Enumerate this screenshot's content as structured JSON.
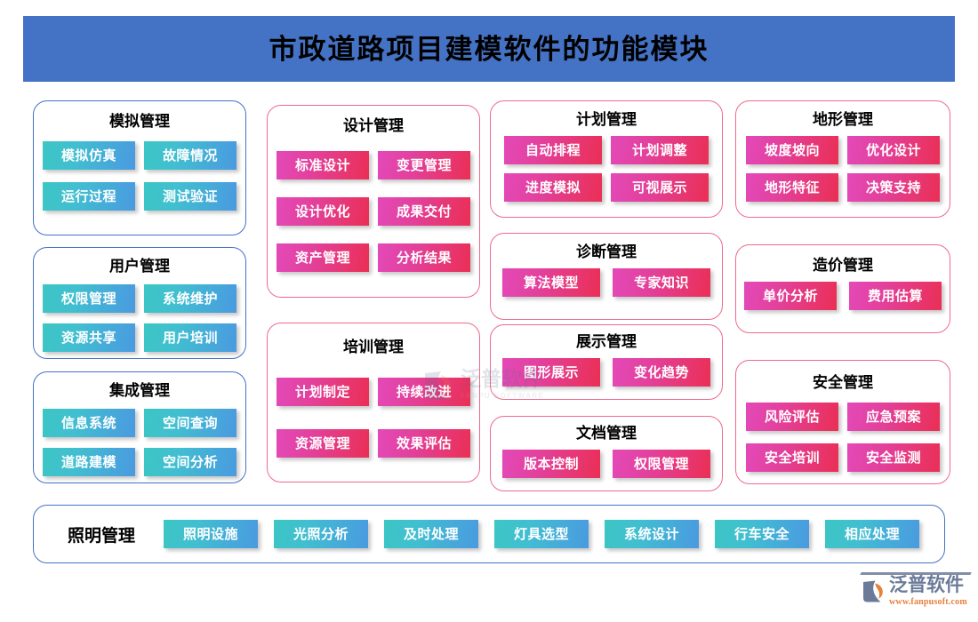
{
  "header": {
    "title": "市政道路项目建模软件的功能模块",
    "banner_color": "#4472C4",
    "title_color": "#000000"
  },
  "theme": {
    "blue_border": "#4472C4",
    "pink_border": "#EF6A8C",
    "teal_pill_from": "#3CC6C4",
    "teal_pill_to": "#4A9AE0",
    "magenta_pill_from": "#E349B8",
    "magenta_pill_to": "#EA2F55"
  },
  "columns": [
    {
      "cards": [
        {
          "title": "模拟管理",
          "border": "blue",
          "pill_style": "teal",
          "pills": [
            "模拟仿真",
            "故障情况",
            "运行过程",
            "测试验证"
          ]
        },
        {
          "title": "用户管理",
          "border": "blue",
          "pill_style": "teal",
          "pills": [
            "权限管理",
            "系统维护",
            "资源共享",
            "用户培训"
          ]
        },
        {
          "title": "集成管理",
          "border": "blue",
          "pill_style": "teal",
          "pills": [
            "信息系统",
            "空间查询",
            "道路建模",
            "空间分析"
          ]
        }
      ]
    },
    {
      "cards": [
        {
          "title": "设计管理",
          "border": "pink",
          "pill_style": "magenta",
          "pills": [
            "标准设计",
            "变更管理",
            "设计优化",
            "成果交付",
            "资产管理",
            "分析结果"
          ]
        },
        {
          "title": "培训管理",
          "border": "pink",
          "pill_style": "magenta",
          "pills": [
            "计划制定",
            "持续改进",
            "资源管理",
            "效果评估"
          ]
        }
      ]
    },
    {
      "cards": [
        {
          "title": "计划管理",
          "border": "pink",
          "pill_style": "magenta",
          "pills": [
            "自动排程",
            "计划调整",
            "进度模拟",
            "可视展示"
          ]
        },
        {
          "title": "诊断管理",
          "border": "pink",
          "pill_style": "magenta",
          "pills": [
            "算法模型",
            "专家知识"
          ]
        },
        {
          "title": "展示管理",
          "border": "pink",
          "pill_style": "magenta",
          "pills": [
            "图形展示",
            "变化趋势"
          ]
        },
        {
          "title": "文档管理",
          "border": "pink",
          "pill_style": "magenta",
          "pills": [
            "版本控制",
            "权限管理"
          ]
        }
      ]
    },
    {
      "cards": [
        {
          "title": "地形管理",
          "border": "pink",
          "pill_style": "magenta",
          "pills": [
            "坡度坡向",
            "优化设计",
            "地形特征",
            "决策支持"
          ]
        },
        {
          "title": "造价管理",
          "border": "pink",
          "pill_style": "magenta",
          "pills": [
            "单价分析",
            "费用估算"
          ]
        },
        {
          "title": "安全管理",
          "border": "pink",
          "pill_style": "magenta",
          "pills": [
            "风险评估",
            "应急预案",
            "安全培训",
            "安全监测"
          ]
        }
      ]
    }
  ],
  "bottom_bar": {
    "title": "照明管理",
    "border": "blue",
    "pill_style": "teal",
    "pills": [
      "照明设施",
      "光照分析",
      "及时处理",
      "灯具选型",
      "系统设计",
      "行车安全",
      "相应处理"
    ]
  },
  "watermark": {
    "main": "泛普软件",
    "sub": "FANPU SOFTWARE"
  },
  "logo": {
    "name": "泛普软件",
    "url": "www.fanpusoft.com",
    "name_color": "#6B7A99",
    "url_color": "#E8803C"
  }
}
